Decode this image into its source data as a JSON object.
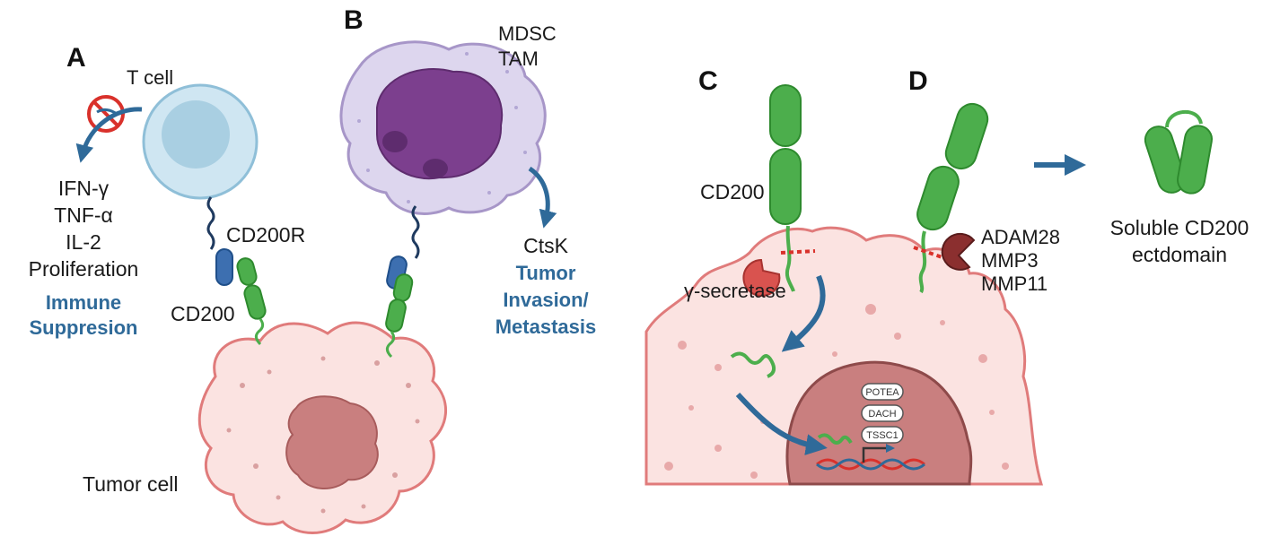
{
  "panels": {
    "a": "A",
    "b": "B",
    "c": "C",
    "d": "D"
  },
  "panel_a": {
    "t_cell_label": "T cell",
    "cd200r_label": "CD200R",
    "cd200_label": "CD200",
    "effects": [
      "IFN-γ",
      "TNF-α",
      "IL-2",
      "Proliferation"
    ],
    "outcome": [
      "Immune",
      "Suppresion"
    ],
    "tumor_label": "Tumor cell"
  },
  "panel_b": {
    "cell_labels": [
      "MDSC",
      "TAM"
    ],
    "ctsk_label": "CtsK",
    "outcome": [
      "Tumor",
      "Invasion/",
      "Metastasis"
    ]
  },
  "panel_c": {
    "cd200_label": "CD200",
    "enzyme_label": "γ-secretase",
    "genes": [
      "POTEA",
      "DACH",
      "TSSC1"
    ]
  },
  "panel_d": {
    "proteases": [
      "ADAM28",
      "MMP3",
      "MMP11"
    ],
    "product": [
      "Soluble CD200",
      "ectdomain"
    ]
  },
  "colors": {
    "arrow": "#2f6a99",
    "cd200_green": "#4cae4c",
    "cd200r_blue": "#3d6fb0",
    "tumor_membrane": "#e07b7b",
    "tumor_fill": "#fbe3e1",
    "nucleus_fill": "#c97f7f",
    "mdsc_fill": "#ddd6ee",
    "mdsc_nucleus": "#7c3f8e",
    "tcell_fill": "#cfe6f2",
    "inhibit_red": "#d9312b",
    "outcome_text": "#2f6a99"
  }
}
